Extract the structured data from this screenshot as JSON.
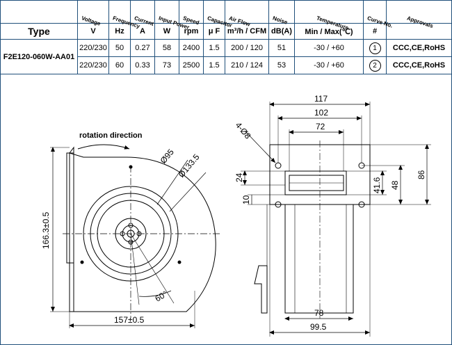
{
  "headers": {
    "voltage": "Voltage",
    "frequency": "Frequency",
    "current": "Current",
    "input_power": "Input Power",
    "speed": "Speed",
    "capacitor": "Capacitor",
    "air_flow": "Air Flow",
    "noise": "Noise",
    "temperature": "Temperature",
    "curve_no": "Curve No.",
    "approvals": "Approvals"
  },
  "units": {
    "type": "Type",
    "voltage": "V",
    "frequency": "Hz",
    "current": "A",
    "power": "W",
    "speed": "rpm",
    "capacitor": "μ F",
    "air_flow": "m³/h / CFM",
    "noise": "dB(A)",
    "temperature": "Min / Max(℃)",
    "curve": "#"
  },
  "model": "F2E120-060W-AA01",
  "rows": [
    {
      "voltage": "220/230",
      "frequency": "50",
      "current": "0.27",
      "power": "58",
      "speed": "2400",
      "capacitor": "1.5",
      "air_flow": "200 / 120",
      "noise": "51",
      "temperature": "-30 / +60",
      "curve": "1",
      "approvals": "CCC,CE,RoHS"
    },
    {
      "voltage": "220/230",
      "frequency": "60",
      "current": "0.33",
      "power": "73",
      "speed": "2500",
      "capacitor": "1.5",
      "air_flow": "210 / 124",
      "noise": "53",
      "temperature": "-30 / +60",
      "curve": "2",
      "approvals": "CCC,CE,RoHS"
    }
  ],
  "front_view": {
    "rotation_label": "rotation direction",
    "d95": "Ø95",
    "d133": "Ø133.5",
    "height": "166.3±0.5",
    "width": "157±0.5",
    "angle": "60°"
  },
  "side_view": {
    "holes": "4-Ø8",
    "w117": "117",
    "w102": "102",
    "w72": "72",
    "h24": "24",
    "h10": "10",
    "h41": "41.6",
    "h48": "48",
    "h86": "86",
    "w78": "78",
    "w99": "99.5"
  },
  "colors": {
    "border": "#1f4f7a",
    "line": "#000000"
  }
}
